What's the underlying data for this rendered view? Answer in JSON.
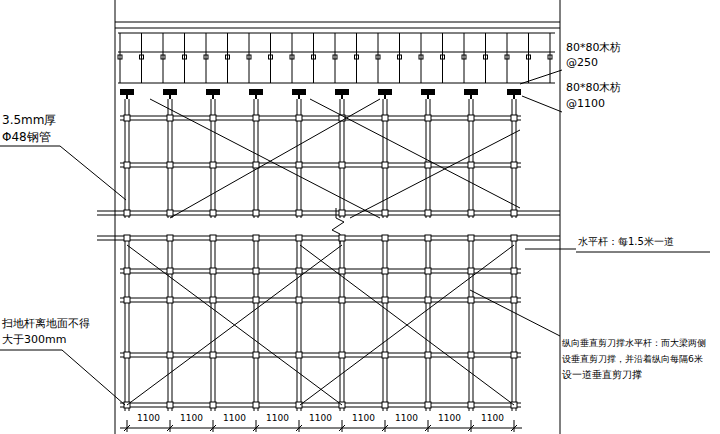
{
  "diagram": {
    "labels": [
      "80*80木枋",
      "@250",
      "80*80木枋",
      "@1100",
      "3.5mm厚",
      "Φ48钢管",
      "水平杆：每1.5米一道",
      "扫地杆离地面不得",
      "大于300mm",
      "纵向垂直剪刀撑水平杆：而大梁两侧",
      "设垂直剪刀撑，并沿着纵向每隔6米",
      "设一道垂直剪刀撑",
      "1100",
      "1100",
      "1100",
      "1100",
      "1100",
      "1100",
      "1100",
      "1100",
      "1100"
    ]
  }
}
